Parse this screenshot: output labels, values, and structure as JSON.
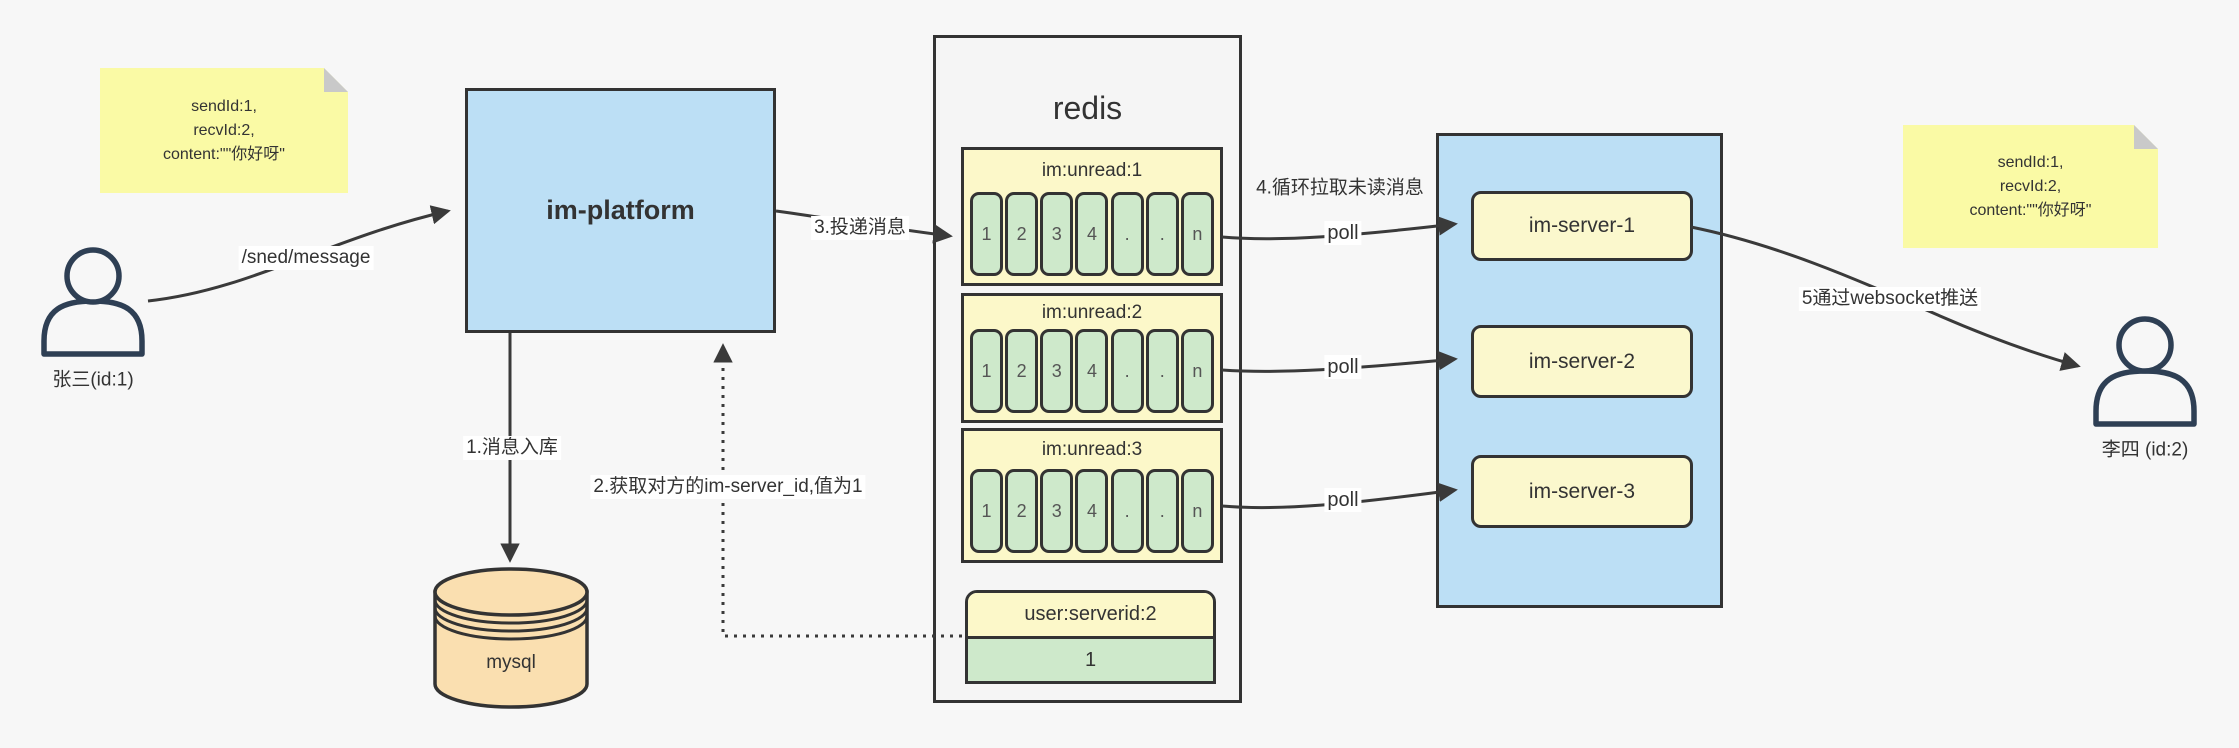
{
  "colors": {
    "background": "#f7f7f7",
    "line": "#3a3a3a",
    "note_yellow": "#fafaa5",
    "box_blue": "#bcdff5",
    "box_yellow": "#fcf8c9",
    "cell_green": "#cee9cb",
    "mysql_tan": "#fadfb0",
    "person_stroke": "#2e3f54"
  },
  "sender": {
    "label": "张三(id:1)",
    "note_lines": [
      "sendId:1,",
      "recvId:2,",
      "content:\"\"你好呀\""
    ]
  },
  "receiver": {
    "label": "李四 (id:2)",
    "note_lines": [
      "sendId:1,",
      "recvId:2,",
      "content:\"\"你好呀\""
    ]
  },
  "platform": {
    "label": "im-platform"
  },
  "database": {
    "label": "mysql"
  },
  "redis": {
    "title": "redis",
    "queues": [
      {
        "header": "im:unread:1",
        "cells": [
          "1",
          "2",
          "3",
          "4",
          ".",
          ".",
          "n"
        ]
      },
      {
        "header": "im:unread:2",
        "cells": [
          "1",
          "2",
          "3",
          "4",
          ".",
          ".",
          "n"
        ]
      },
      {
        "header": "im:unread:3",
        "cells": [
          "1",
          "2",
          "3",
          "4",
          ".",
          ".",
          "n"
        ]
      }
    ],
    "server_map": {
      "header": "user:serverid:2",
      "value": "1"
    }
  },
  "servers": {
    "items": [
      {
        "label": "im-server-1"
      },
      {
        "label": "im-server-2"
      },
      {
        "label": "im-server-3"
      }
    ]
  },
  "edges": {
    "send": "/sned/message",
    "store": "1.消息入库",
    "lookup": "2.获取对方的im-server_id,值为1",
    "deliver": "3.投递消息",
    "poll_loop": "4.循环拉取未读消息",
    "poll": "poll",
    "push": "5通过websocket推送"
  }
}
